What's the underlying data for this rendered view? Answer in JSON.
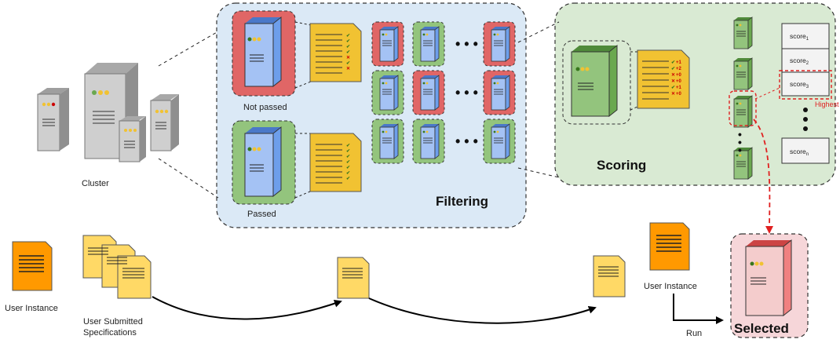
{
  "labels": {
    "cluster": "Cluster",
    "not_passed": "Not passed",
    "passed": "Passed",
    "filtering": "Filtering",
    "scoring": "Scoring",
    "highest": "Highest",
    "user_instance_left": "User Instance",
    "user_submitted_line1": "User Submitted",
    "user_submitted_line2": "Specifications",
    "user_instance_right": "User Instance",
    "run": "Run",
    "selected": "Selected"
  },
  "scores": [
    "score",
    "score",
    "score",
    "score"
  ],
  "score_subscripts": [
    "1",
    "2",
    "3",
    "n"
  ],
  "score_values": [
    "+1",
    "+2",
    "+0",
    "+0",
    "+1",
    "+0"
  ],
  "colors": {
    "filter_panel": "#dbe9f6",
    "scoring_panel": "#d9ead3",
    "selected_panel": "#f6d6d9",
    "fail_red": "#e06666",
    "pass_green": "#93c47d",
    "server_blue": "#6d9eeb",
    "server_green": "#6aa84f",
    "server_red": "#f08080",
    "server_gray": "#bdbdbd",
    "doc_yellow": "#f1c232",
    "doc_orange": "#ff9900",
    "accent_red": "#e02020"
  }
}
